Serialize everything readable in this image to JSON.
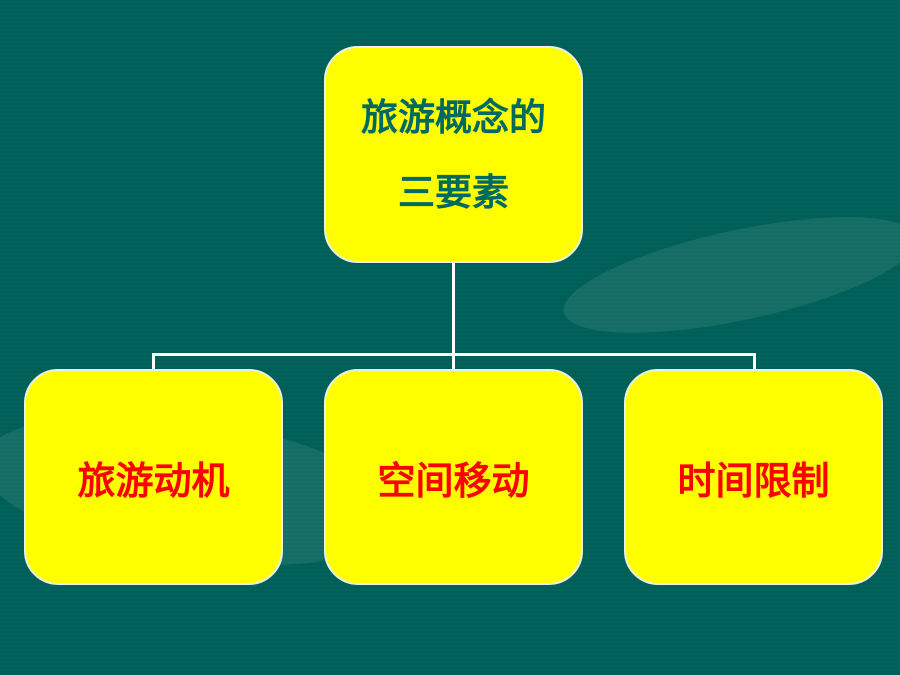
{
  "root": {
    "line1": "旅游概念的",
    "line2": "三要素"
  },
  "children": [
    {
      "label": "旅游动机"
    },
    {
      "label": "空间移动"
    },
    {
      "label": "时间限制"
    }
  ],
  "colors": {
    "background": "#00635b",
    "box": "#ffff00",
    "root_text": "#006a60",
    "child_text": "#ff0000"
  }
}
